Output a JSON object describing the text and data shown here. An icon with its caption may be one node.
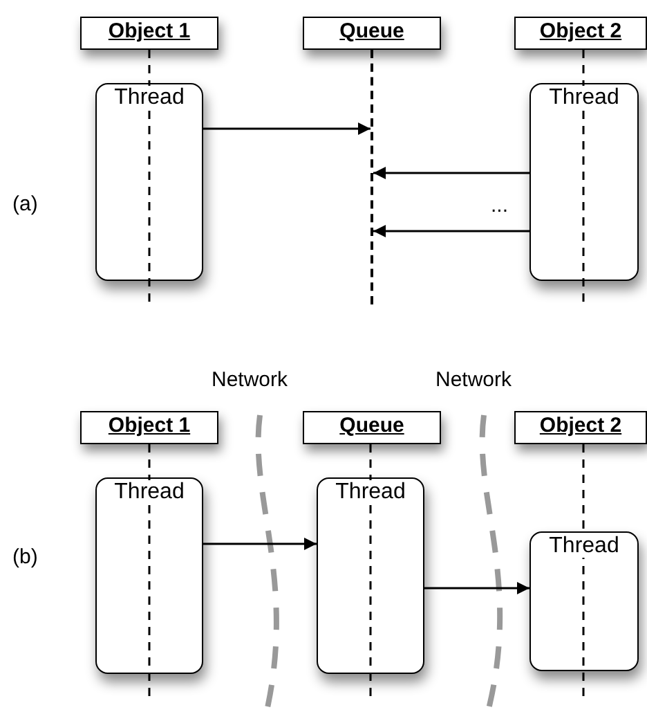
{
  "diagram": {
    "nodes": [
      {
        "text": [
          "Object 1"
        ]
      },
      {
        "text": [
          "Queue"
        ]
      },
      {
        "text": [
          "Object 2"
        ]
      },
      {
        "text": [
          "Thread"
        ]
      },
      {
        "text": [],
        "shape": "line"
      },
      {
        "text": [
          "Thread"
        ]
      },
      {
        "text": [
          "Object 1"
        ]
      },
      {
        "text": [
          "Queue"
        ]
      },
      {
        "text": [
          "Object 2"
        ]
      },
      {
        "text": [
          "Thread"
        ]
      },
      {
        "text": [
          "Thread"
        ]
      },
      {
        "text": [
          "Thread"
        ]
      }
    ],
    "edges": [
      {
        "from": 3,
        "to": 4,
        "arrow": "to"
      },
      {
        "from": 5,
        "to": 4,
        "arrow": "to"
      },
      {
        "from": 5,
        "to": 4,
        "arrow": "to"
      },
      {
        "from": 9,
        "to": 10,
        "arrow": "to"
      },
      {
        "from": 10,
        "to": 11,
        "arrow": "to"
      }
    ],
    "labels": [
      "(a)",
      "...",
      "Network",
      "Network",
      "(b)"
    ]
  }
}
